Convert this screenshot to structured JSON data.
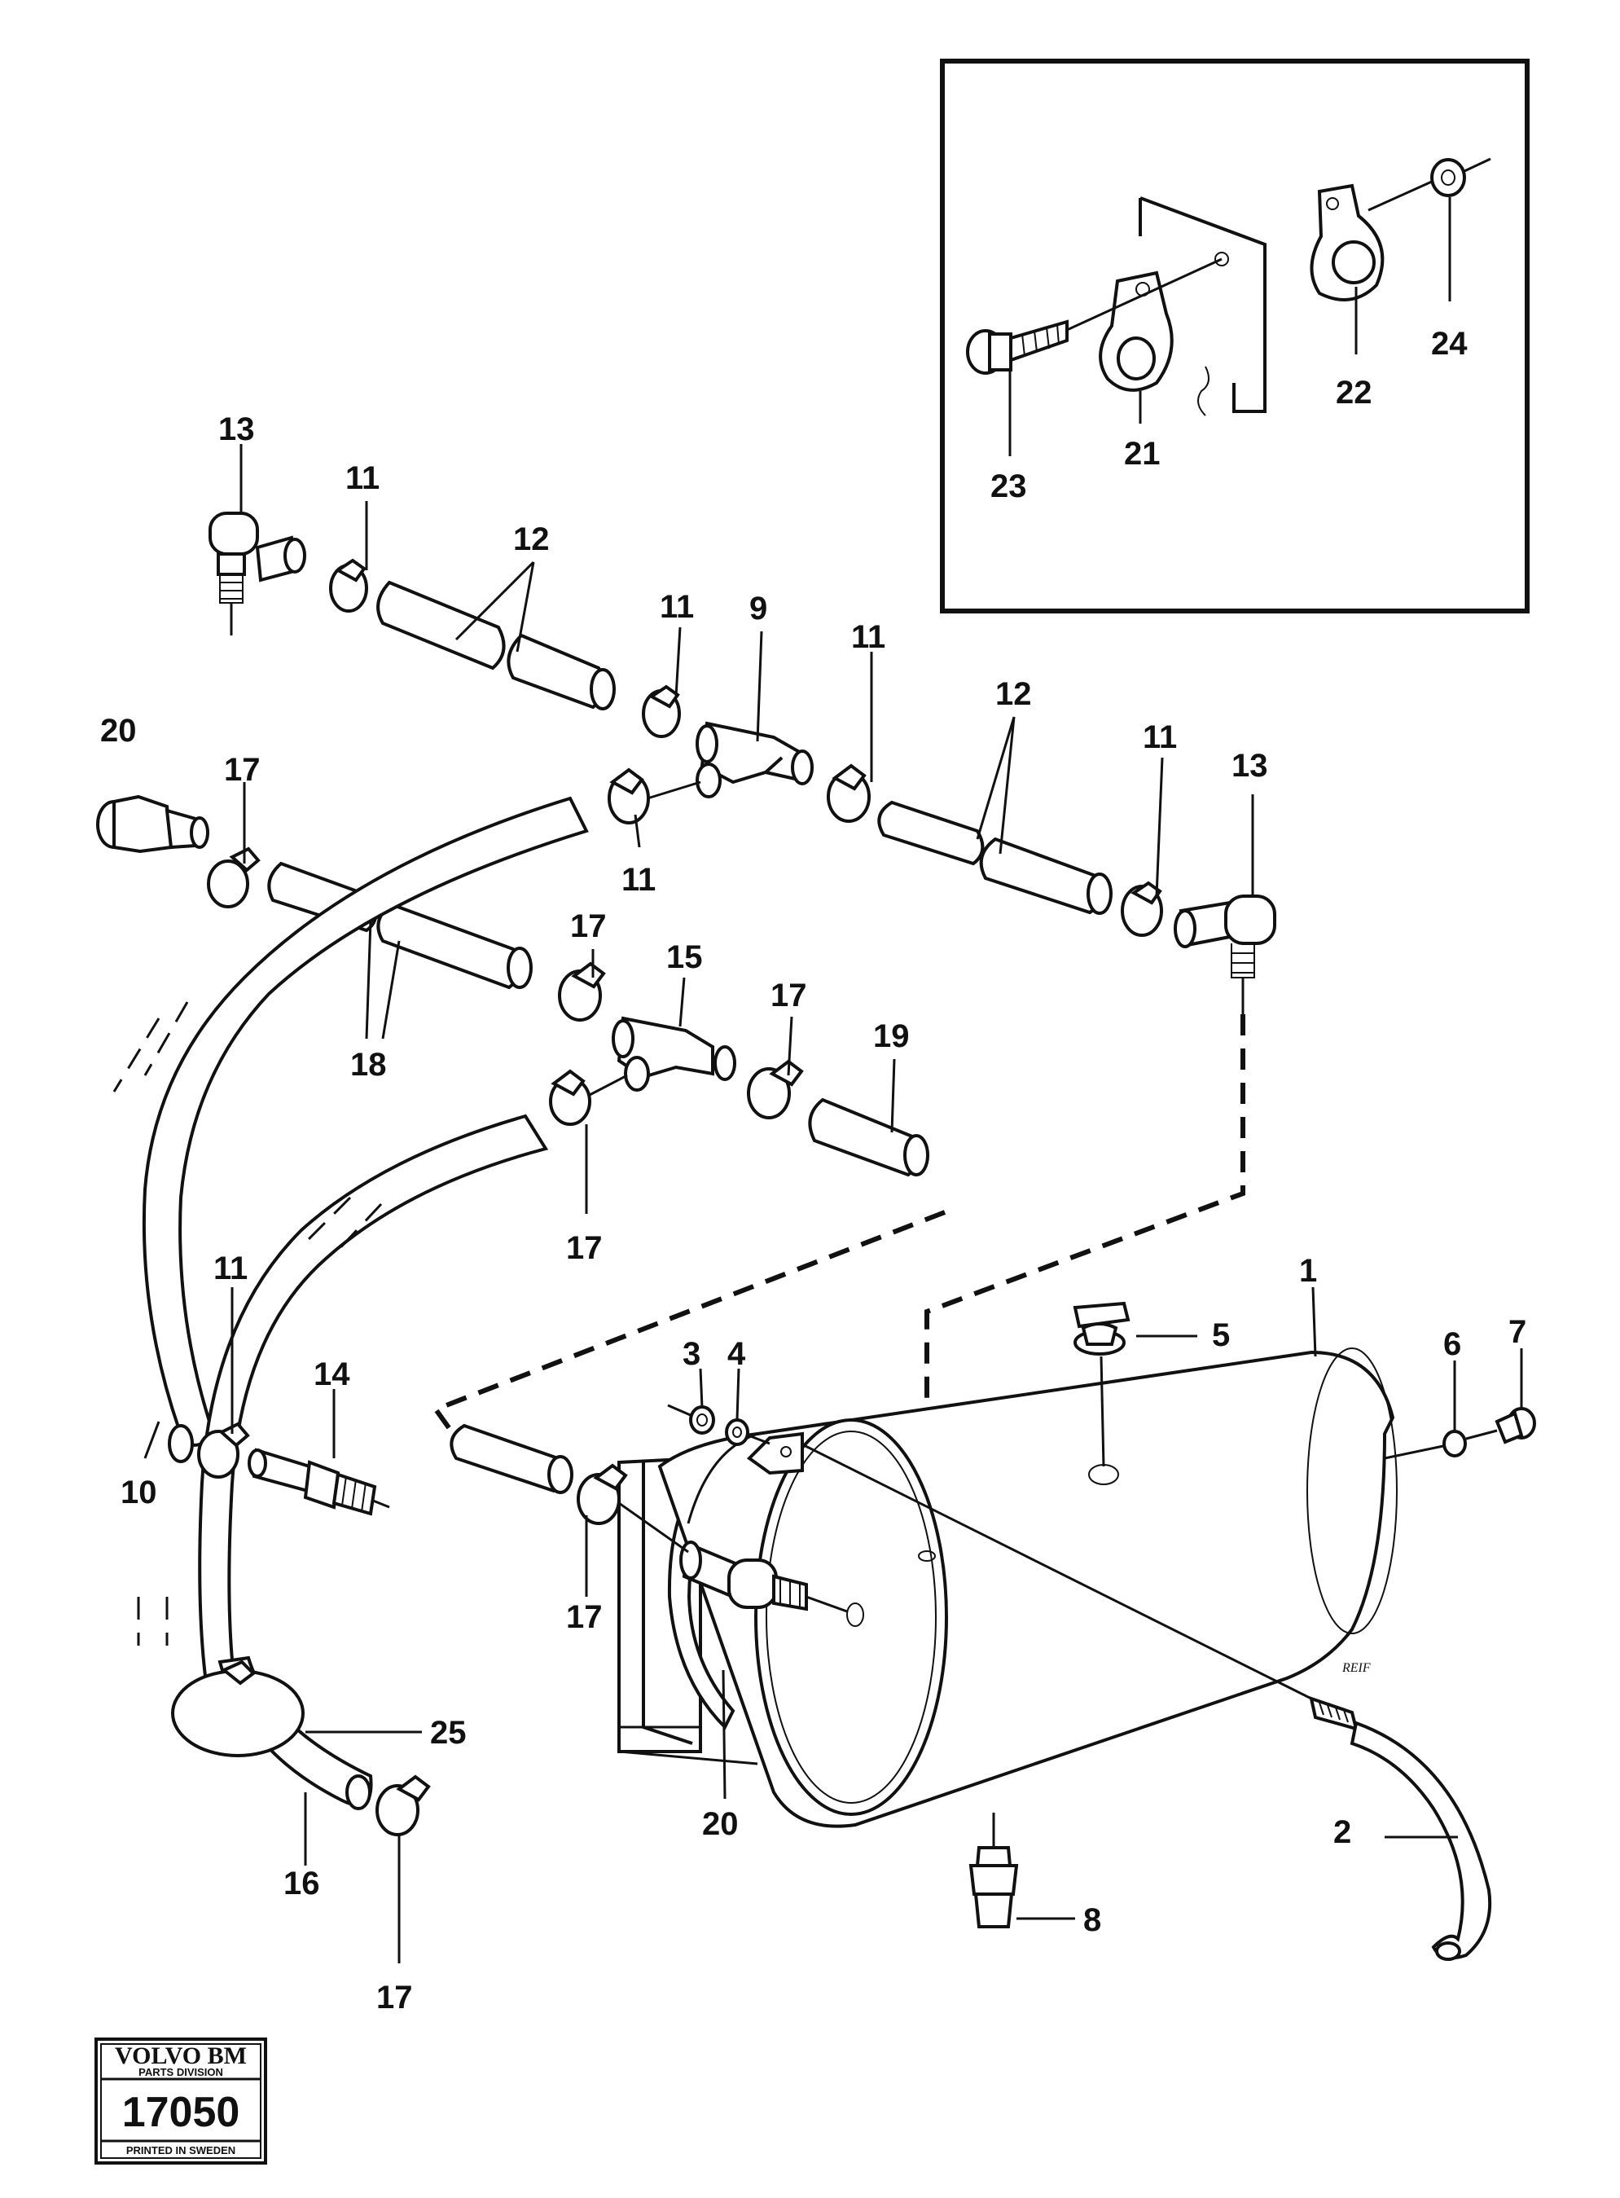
{
  "callouts": [
    {
      "id": "c1",
      "text": "1"
    },
    {
      "id": "c2",
      "text": "2"
    },
    {
      "id": "c3",
      "text": "3"
    },
    {
      "id": "c4",
      "text": "4"
    },
    {
      "id": "c5",
      "text": "5"
    },
    {
      "id": "c6",
      "text": "6"
    },
    {
      "id": "c7",
      "text": "7"
    },
    {
      "id": "c8",
      "text": "8"
    },
    {
      "id": "c9",
      "text": "9"
    },
    {
      "id": "c10",
      "text": "10"
    },
    {
      "id": "c11a",
      "text": "11"
    },
    {
      "id": "c11b",
      "text": "11"
    },
    {
      "id": "c11c",
      "text": "11"
    },
    {
      "id": "c11d",
      "text": "11"
    },
    {
      "id": "c11e",
      "text": "11"
    },
    {
      "id": "c11f",
      "text": "11"
    },
    {
      "id": "c12a",
      "text": "12"
    },
    {
      "id": "c12b",
      "text": "12"
    },
    {
      "id": "c13a",
      "text": "13"
    },
    {
      "id": "c13b",
      "text": "13"
    },
    {
      "id": "c14",
      "text": "14"
    },
    {
      "id": "c15",
      "text": "15"
    },
    {
      "id": "c16",
      "text": "16"
    },
    {
      "id": "c17a",
      "text": "17"
    },
    {
      "id": "c17b",
      "text": "17"
    },
    {
      "id": "c17c",
      "text": "17"
    },
    {
      "id": "c17d",
      "text": "17"
    },
    {
      "id": "c17e",
      "text": "17"
    },
    {
      "id": "c17f",
      "text": "17"
    },
    {
      "id": "c18",
      "text": "18"
    },
    {
      "id": "c19",
      "text": "19"
    },
    {
      "id": "c20a",
      "text": "20"
    },
    {
      "id": "c20b",
      "text": "20"
    },
    {
      "id": "c21",
      "text": "21"
    },
    {
      "id": "c22",
      "text": "22"
    },
    {
      "id": "c23",
      "text": "23"
    },
    {
      "id": "c24",
      "text": "24"
    },
    {
      "id": "c25",
      "text": "25"
    }
  ],
  "stamp": {
    "brand": "VOLVO BM",
    "division": "PARTS DIVISION",
    "number": "17050",
    "printed": "PRINTED IN SWEDEN"
  },
  "signature": "REIF"
}
